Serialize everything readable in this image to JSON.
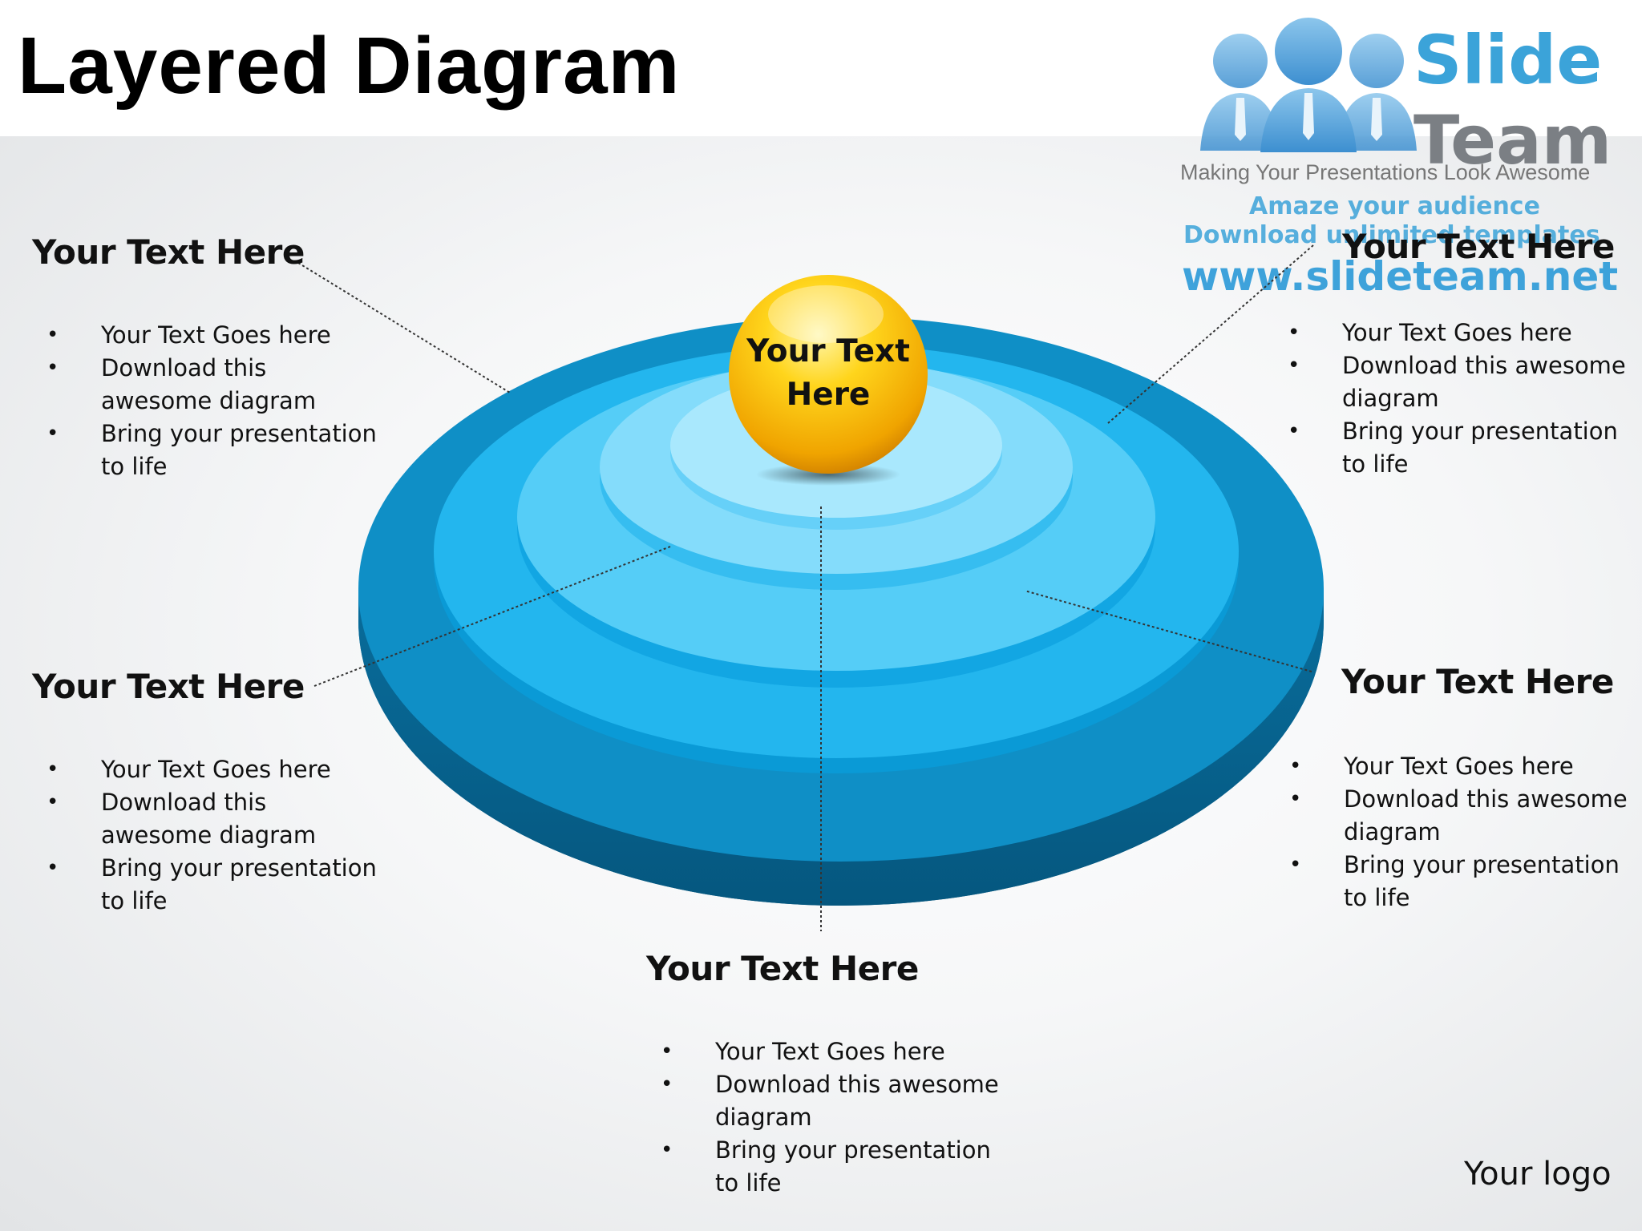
{
  "title": "Layered Diagram",
  "center_label": "Your Text Here",
  "callouts": [
    {
      "heading": "Your Text Here",
      "bullets": [
        "Your Text Goes here",
        "Download this awesome diagram",
        "Bring your presentation to life"
      ]
    },
    {
      "heading": "Your Text Here",
      "bullets": [
        "Your Text Goes here",
        "Download this awesome diagram",
        "Bring your presentation to life"
      ]
    },
    {
      "heading": "Your Text Here",
      "bullets": [
        "Your Text Goes here",
        "Download this awesome diagram",
        "Bring your presentation to life"
      ]
    },
    {
      "heading": "Your Text Here",
      "bullets": [
        "Your Text Goes here",
        "Download this awesome diagram",
        "Bring your presentation to life"
      ]
    },
    {
      "heading": "Your Text Here",
      "bullets": [
        "Your Text Goes here",
        "Download this awesome diagram",
        "Bring your presentation to life"
      ]
    }
  ],
  "watermark": {
    "brand_line1": "Slide",
    "brand_line2": "Team",
    "tagline": "Making Your Presentations Look Awesome",
    "promo_line1": "Amaze your audience",
    "promo_line2": "Download unlimited templates",
    "url": "www.slideteam.net"
  },
  "footer_logo": "Your logo",
  "colors": {
    "layer_outer": "#0f8fc6",
    "layer_2": "#23b6ee",
    "layer_3": "#55cdf7",
    "layer_4": "#84dcfb",
    "layer_inner": "#a9e8fd",
    "ball": "#f7c600",
    "connector": "#333333"
  }
}
